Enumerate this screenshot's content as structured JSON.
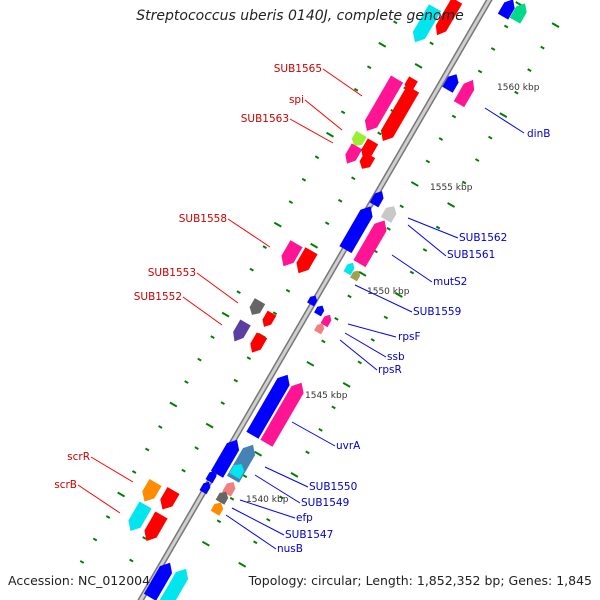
{
  "title": "Streptococcus uberis 0140J, complete genome",
  "accession": "Accession: NC_012004",
  "topology": "Topology: circular; Length: 1,852,352 bp; Genes: 1,845",
  "colors": {
    "forward": "#ff0000",
    "forward_alt": "#ff1493",
    "reverse": "#0000ff",
    "reverse_alt": "#ff1493",
    "label_forward": "#cc0000",
    "label_reverse": "#0000cc",
    "backbone": "#999999",
    "tick": "#008000"
  },
  "scale_labels": [
    "1560 kbp",
    "1555 kbp",
    "1550 kbp",
    "1545 kbp",
    "1540 kbp"
  ],
  "left_labels": [
    "SUB1565",
    "spi",
    "SUB1563",
    "SUB1558",
    "SUB1553",
    "SUB1552",
    "scrR",
    "scrB"
  ],
  "right_labels": [
    "dinB",
    "SUB1562",
    "SUB1561",
    "mutS2",
    "SUB1559",
    "rpsF",
    "ssb",
    "rpsR",
    "uvrA",
    "SUB1550",
    "SUB1549",
    "efp",
    "SUB1547",
    "nusB"
  ]
}
